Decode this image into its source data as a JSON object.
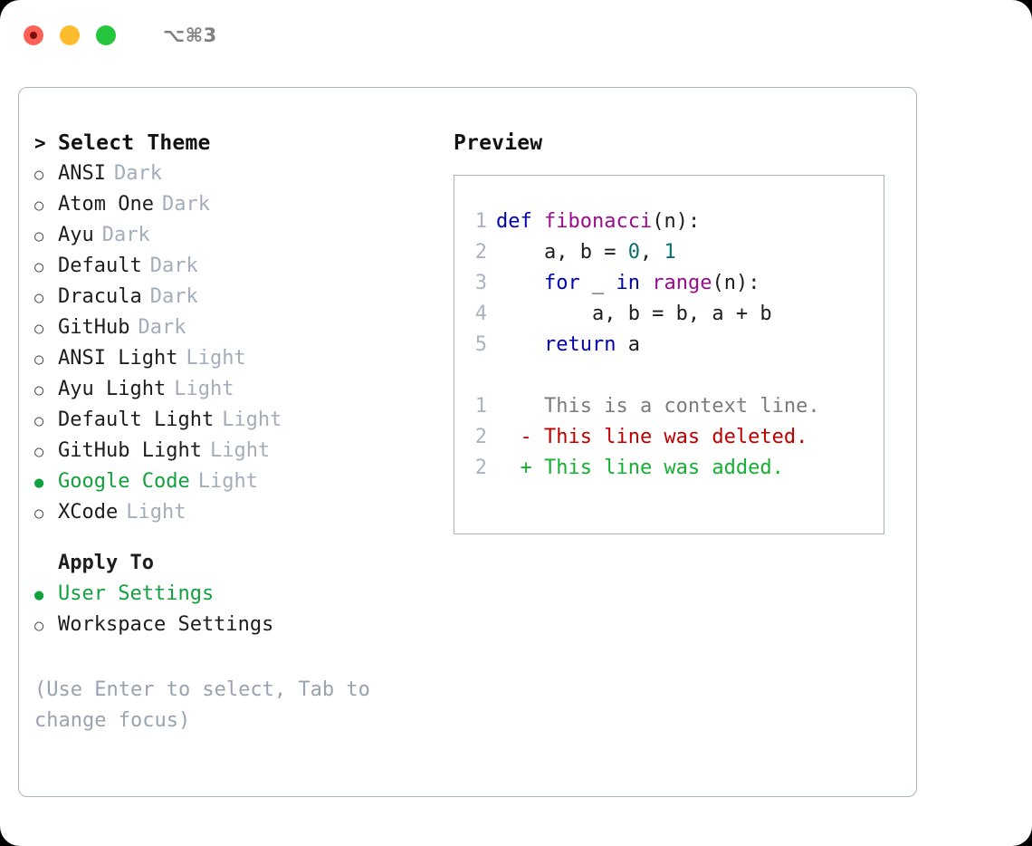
{
  "window": {
    "shortcut_label": "⌥⌘3",
    "traffic_lights": [
      {
        "name": "close",
        "color": "#fc6158"
      },
      {
        "name": "minimize",
        "color": "#fdbc2d"
      },
      {
        "name": "zoom",
        "color": "#25c63d"
      }
    ]
  },
  "theme_picker": {
    "header_marker": ">",
    "header_label": "Select Theme",
    "bullet_selected": "●",
    "bullet_unselected": "○",
    "items": [
      {
        "label": "ANSI",
        "tag": "Dark",
        "selected": false
      },
      {
        "label": "Atom One",
        "tag": "Dark",
        "selected": false
      },
      {
        "label": "Ayu",
        "tag": "Dark",
        "selected": false
      },
      {
        "label": "Default",
        "tag": "Dark",
        "selected": false
      },
      {
        "label": "Dracula",
        "tag": "Dark",
        "selected": false
      },
      {
        "label": "GitHub",
        "tag": "Dark",
        "selected": false
      },
      {
        "label": "ANSI Light",
        "tag": "Light",
        "selected": false
      },
      {
        "label": "Ayu Light",
        "tag": "Light",
        "selected": false
      },
      {
        "label": "Default Light",
        "tag": "Light",
        "selected": false
      },
      {
        "label": "GitHub Light",
        "tag": "Light",
        "selected": false
      },
      {
        "label": "Google Code",
        "tag": "Light",
        "selected": true
      },
      {
        "label": "XCode",
        "tag": "Light",
        "selected": false
      }
    ]
  },
  "apply_to": {
    "header_label": "Apply To",
    "items": [
      {
        "label": "User Settings",
        "selected": true
      },
      {
        "label": "Workspace Settings",
        "selected": false
      }
    ]
  },
  "hint": {
    "text": "(Use Enter to select, Tab to change focus)"
  },
  "preview": {
    "title": "Preview",
    "code_lines": [
      {
        "n": "1",
        "tokens": [
          {
            "t": "def ",
            "c": "kw"
          },
          {
            "t": "fibonacci",
            "c": "fn"
          },
          {
            "t": "(n):",
            "c": "pun"
          }
        ]
      },
      {
        "n": "2",
        "tokens": [
          {
            "t": "    a, b = ",
            "c": "pun"
          },
          {
            "t": "0",
            "c": "num"
          },
          {
            "t": ", ",
            "c": "pun"
          },
          {
            "t": "1",
            "c": "num"
          }
        ]
      },
      {
        "n": "3",
        "tokens": [
          {
            "t": "    ",
            "c": "pun"
          },
          {
            "t": "for",
            "c": "kw"
          },
          {
            "t": " _ ",
            "c": "pun"
          },
          {
            "t": "in",
            "c": "kw"
          },
          {
            "t": " ",
            "c": "pun"
          },
          {
            "t": "range",
            "c": "fn"
          },
          {
            "t": "(n):",
            "c": "pun"
          }
        ]
      },
      {
        "n": "4",
        "tokens": [
          {
            "t": "        a, b = b, a + b",
            "c": "pun"
          }
        ]
      },
      {
        "n": "5",
        "tokens": [
          {
            "t": "    ",
            "c": "pun"
          },
          {
            "t": "return",
            "c": "kw"
          },
          {
            "t": " a",
            "c": "pun"
          }
        ]
      }
    ],
    "diff_lines": [
      {
        "n": "1",
        "sign": " ",
        "text": "This is a context line.",
        "kind": "ctx"
      },
      {
        "n": "2",
        "sign": "-",
        "text": "This line was deleted.",
        "kind": "del"
      },
      {
        "n": "2",
        "sign": "+",
        "text": "This line was added.",
        "kind": "add"
      }
    ]
  },
  "colors": {
    "accent_green": "#12a13e",
    "tag_gray": "#a3adbb",
    "hint_gray": "#99a2af",
    "border": "#aab3c0",
    "keyword_blue": "#0000b3",
    "function_purple": "#9b0b8f",
    "number_teal": "#077070",
    "diff_added": "#14b031",
    "diff_deleted": "#c00000",
    "diff_context": "#7b7b7b",
    "line_number": "#aab3c1"
  }
}
